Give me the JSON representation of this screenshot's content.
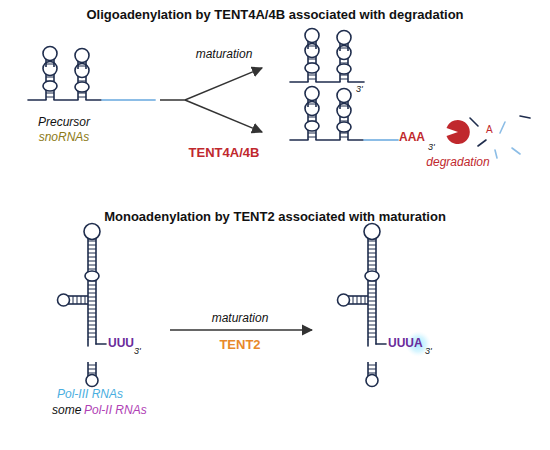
{
  "diagram": {
    "labels": [
      "Oligoadenylation by TENT4A/4B associated with degradation",
      "maturation",
      "3'",
      "Precursor",
      "snoRNAs",
      "TENT4A/4B",
      "AAA",
      "3'",
      "A",
      "degradation",
      "Monoadenylation by TENT2 associated with maturation",
      "UUU",
      "3'",
      "Pol-III RNAs",
      "some",
      "Pol-II RNAs",
      "maturation",
      "TENT2",
      "UUUA",
      "3'"
    ]
  }
}
